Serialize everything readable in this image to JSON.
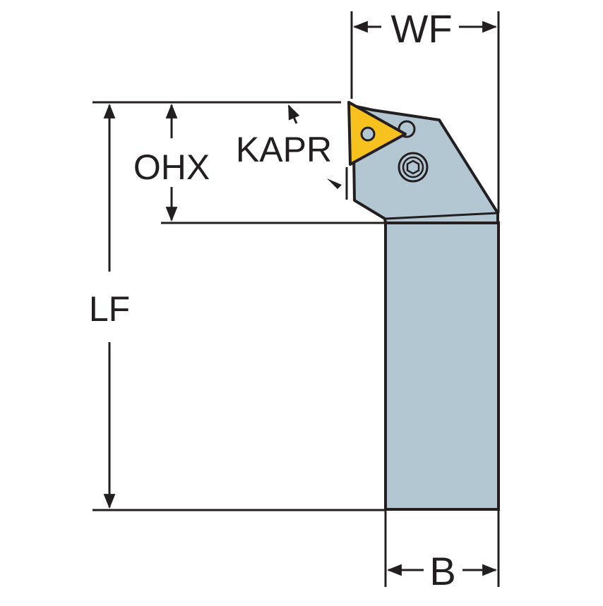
{
  "diagram": {
    "title": "Turning tool holder dimension drawing",
    "labels": {
      "wf": "WF",
      "ohx": "OHX",
      "kapr": "KAPR",
      "lf": "LF",
      "b": "B"
    },
    "colors": {
      "holder": "#b3c7d3",
      "insert": "#f7c21e",
      "line": "#231f20",
      "background": "#ffffff"
    },
    "parts": [
      "insert",
      "clamp-head",
      "shank",
      "insert-screw",
      "clamp-screw"
    ]
  }
}
